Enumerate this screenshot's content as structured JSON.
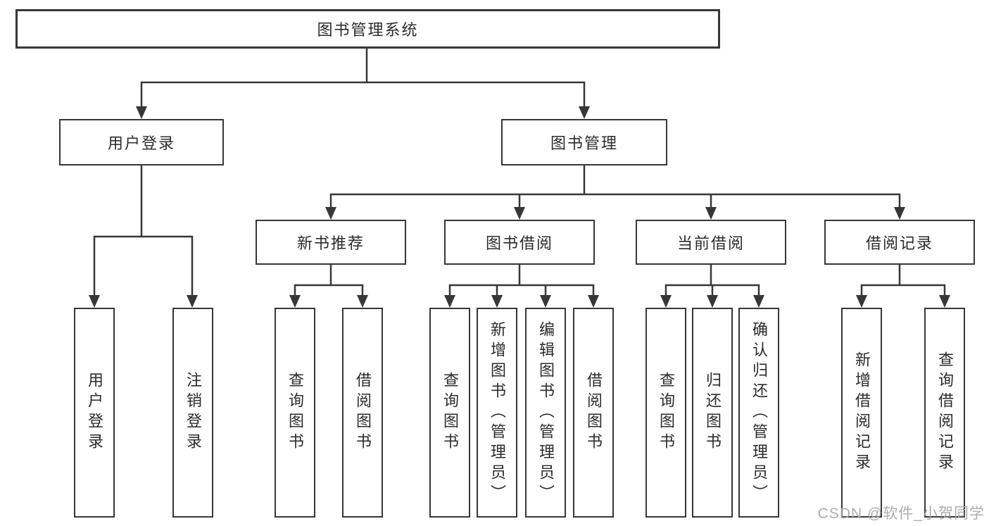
{
  "tree": {
    "root": "图书管理系统",
    "branches": [
      {
        "label": "用户登录",
        "leaves": [
          "用户登录",
          "注销登录"
        ]
      },
      {
        "label": "图书管理",
        "sections": [
          {
            "label": "新书推荐",
            "leaves": [
              "查询图书",
              "借阅图书"
            ]
          },
          {
            "label": "图书借阅",
            "leaves": [
              "查询图书",
              "新增图书（管理员）",
              "编辑图书（管理员）",
              "借阅图书"
            ]
          },
          {
            "label": "当前借阅",
            "leaves": [
              "查询图书",
              "归还图书",
              "确认归还（管理员）"
            ]
          },
          {
            "label": "借阅记录",
            "leaves": [
              "新增借阅记录",
              "查询借阅记录"
            ]
          }
        ]
      }
    ]
  },
  "watermark": "CSDN @软件_小贺同学",
  "colors": {
    "line": "#373737",
    "text": "#2b2b2b",
    "watermark": "#a8a8a8",
    "background": "#ffffff"
  }
}
